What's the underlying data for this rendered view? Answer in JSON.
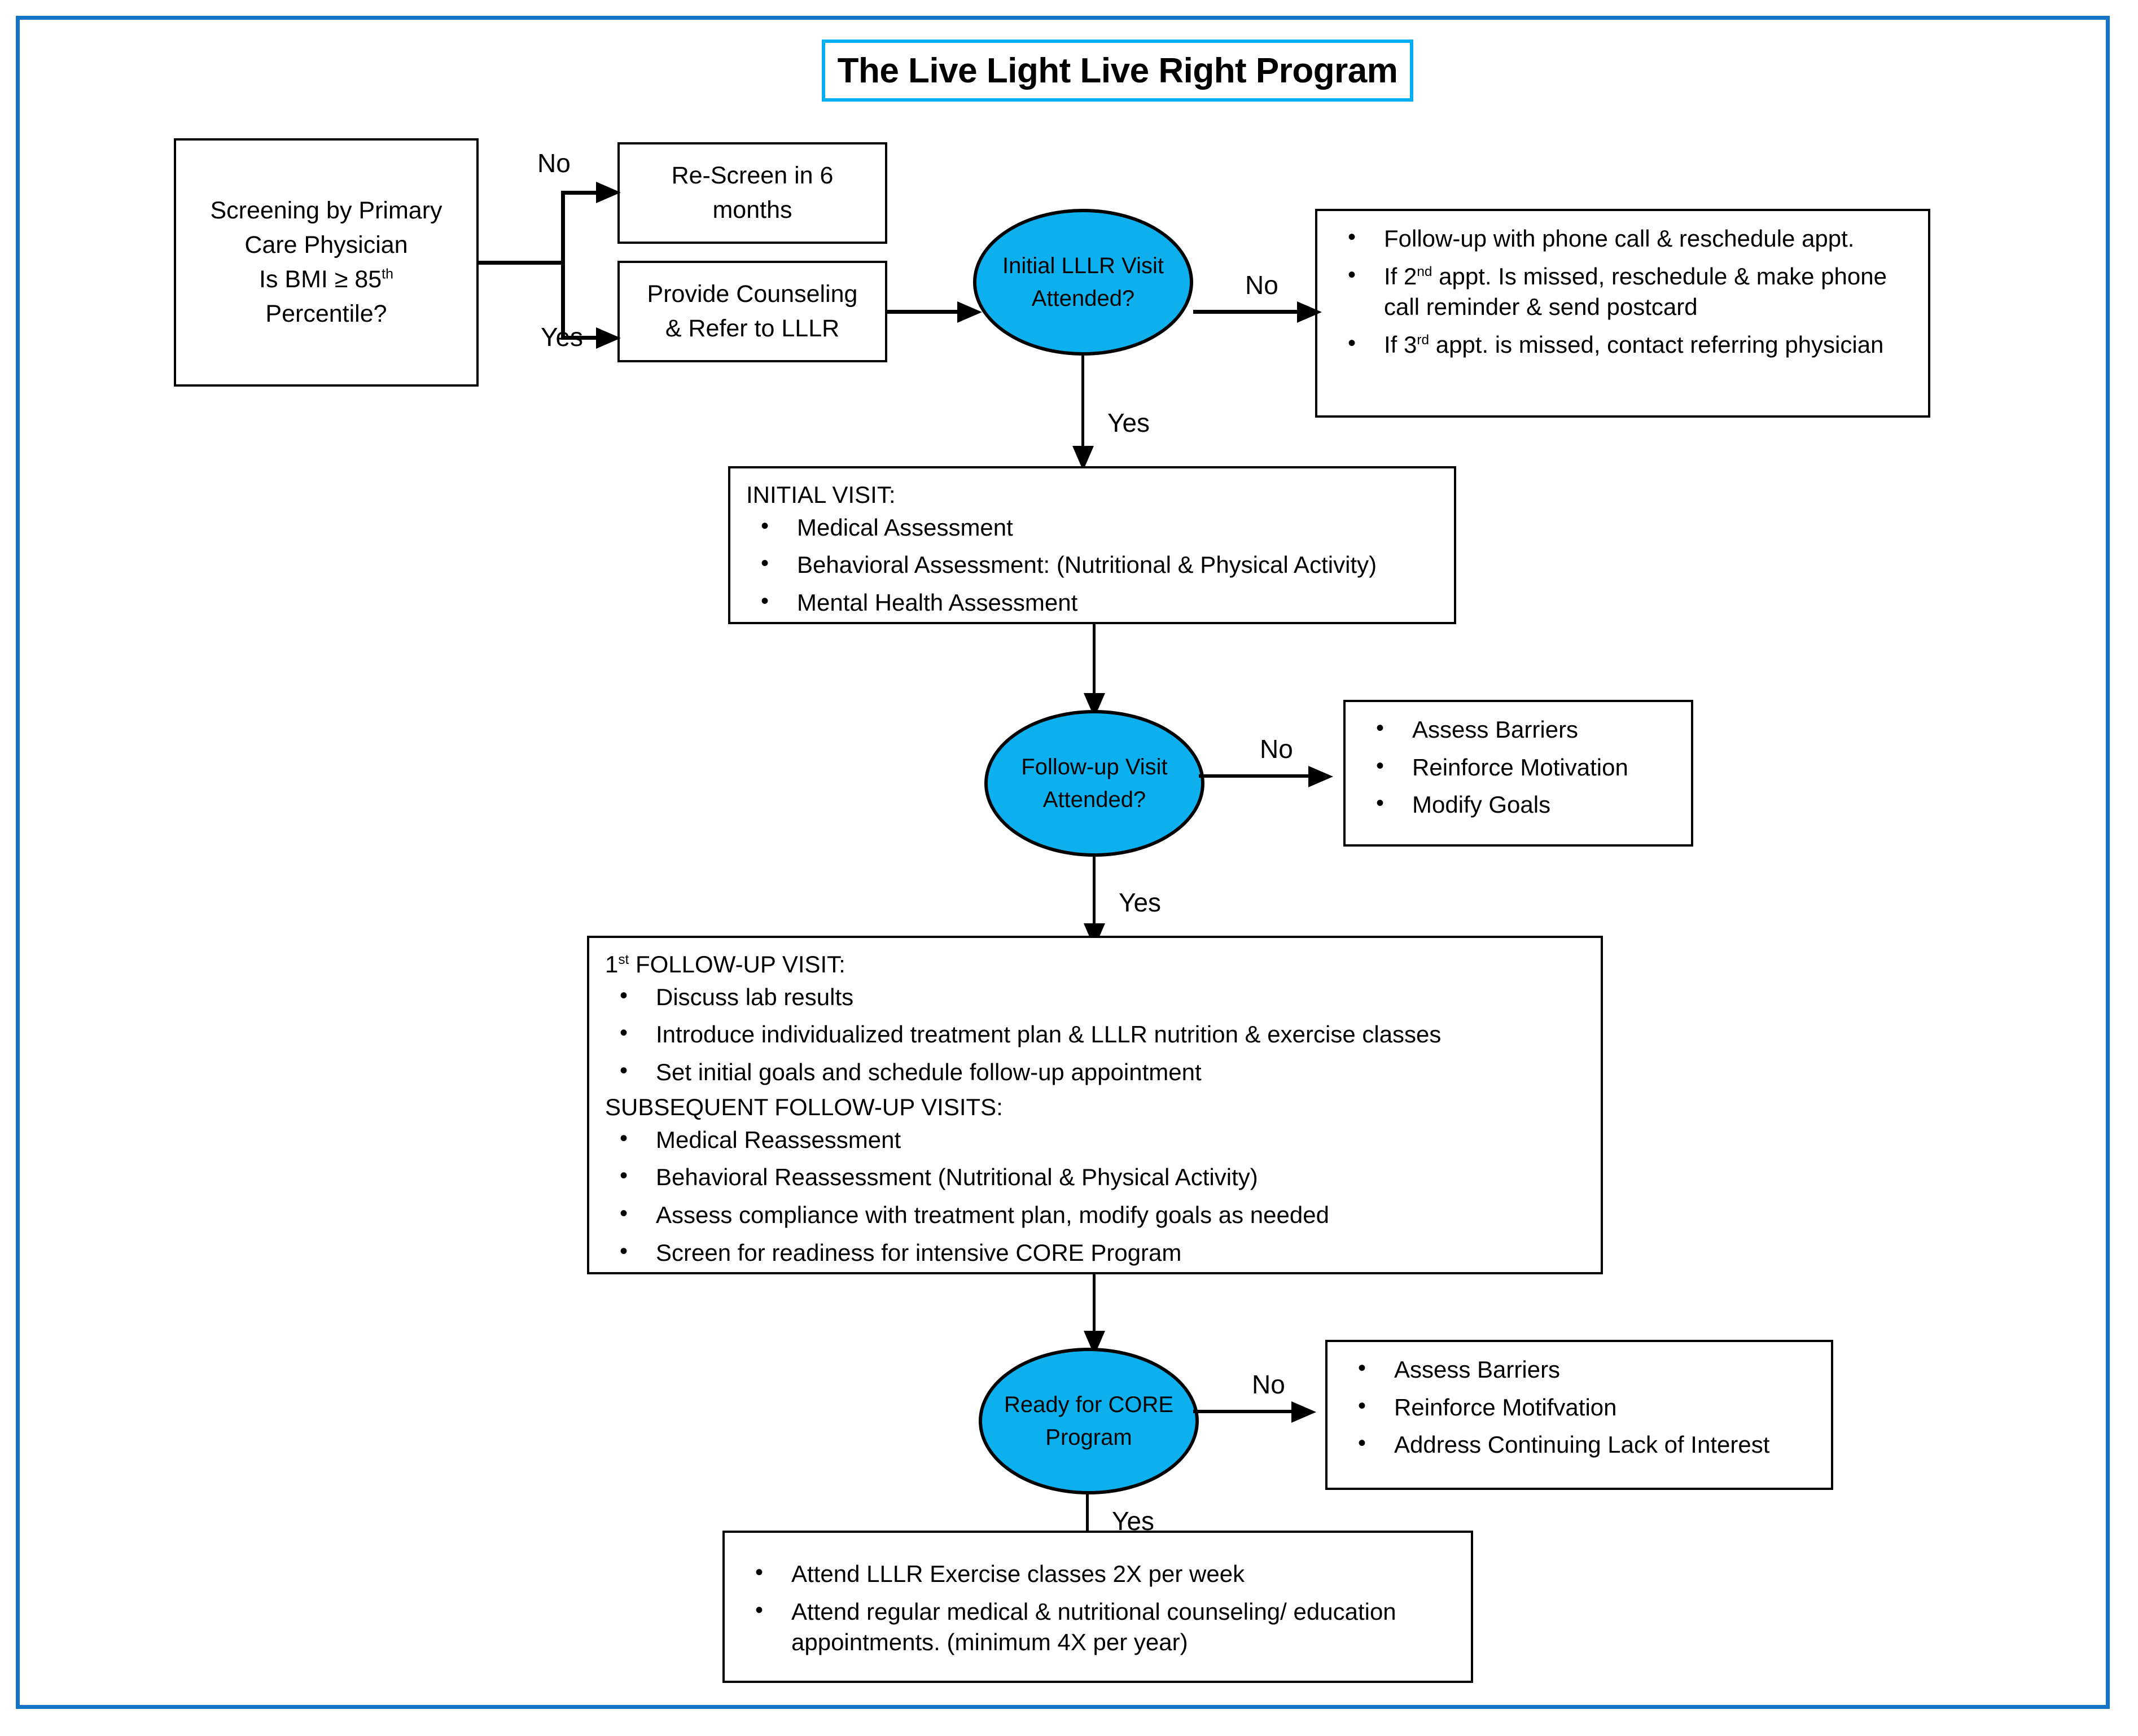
{
  "title": {
    "text": "The Live Light Live Right Program"
  },
  "nodes": {
    "screening": {
      "line1": "Screening by Primary",
      "line2": "Care Physician",
      "line3_pre": "Is BMI ≥ 85",
      "line3_sup": "th",
      "line4": "Percentile?"
    },
    "rescreen": {
      "line1": "Re-Screen in 6",
      "line2": "months"
    },
    "counseling": {
      "line1": "Provide Counseling",
      "line2": "& Refer to LLLR"
    },
    "initial_visit_oval": {
      "line1": "Initial LLLR Visit",
      "line2": "Attended?"
    },
    "missed_appt_box": {
      "bullets": [
        {
          "pre": "Follow-up with phone call & reschedule appt.",
          "sup": "",
          "post": ""
        },
        {
          "pre": "If 2",
          "sup": "nd",
          "post": " appt. Is missed, reschedule & make phone call reminder & send postcard"
        },
        {
          "pre": "If 3",
          "sup": "rd",
          "post": " appt. is missed, contact referring physician"
        }
      ]
    },
    "initial_visit_box": {
      "heading": "INITIAL VISIT:",
      "bullets": [
        "Medical Assessment",
        "Behavioral Assessment: (Nutritional & Physical Activity)",
        "Mental Health Assessment"
      ]
    },
    "followup_oval": {
      "line1": "Follow-up Visit",
      "line2": "Attended?"
    },
    "followup_no_box": {
      "bullets": [
        "Assess Barriers",
        "Reinforce Motivation",
        "Modify Goals"
      ]
    },
    "followup_visit_box": {
      "heading1_pre": "1",
      "heading1_sup": "st",
      "heading1_post": " FOLLOW-UP VISIT:",
      "bullets1": [
        "Discuss lab results",
        "Introduce individualized treatment plan & LLLR nutrition & exercise classes",
        "Set initial goals and schedule follow-up appointment"
      ],
      "heading2": "SUBSEQUENT FOLLOW-UP VISITS:",
      "bullets2": [
        "Medical Reassessment",
        "Behavioral Reassessment (Nutritional & Physical Activity)",
        "Assess compliance with treatment plan, modify goals as needed",
        "Screen for readiness for intensive CORE Program"
      ]
    },
    "core_oval": {
      "line1": "Ready for CORE",
      "line2": "Program"
    },
    "core_no_box": {
      "bullets": [
        "Assess Barriers",
        "Reinforce Motifvation",
        "Address Continuing Lack of Interest"
      ]
    },
    "final_box": {
      "bullets": [
        "Attend LLLR Exercise classes 2X per week",
        "Attend regular medical & nutritional counseling/ education appointments. (minimum 4X per year)"
      ]
    }
  },
  "edge_labels": {
    "screening_no": "No",
    "screening_yes": "Yes",
    "initial_no": "No",
    "initial_yes": "Yes",
    "followup_no": "No",
    "followup_yes": "Yes",
    "core_no": "No",
    "core_yes": "Yes"
  },
  "colors": {
    "page_border": "#1473c4",
    "title_border": "#00aeef",
    "oval_fill": "#0db0ee",
    "stroke": "#000000"
  }
}
